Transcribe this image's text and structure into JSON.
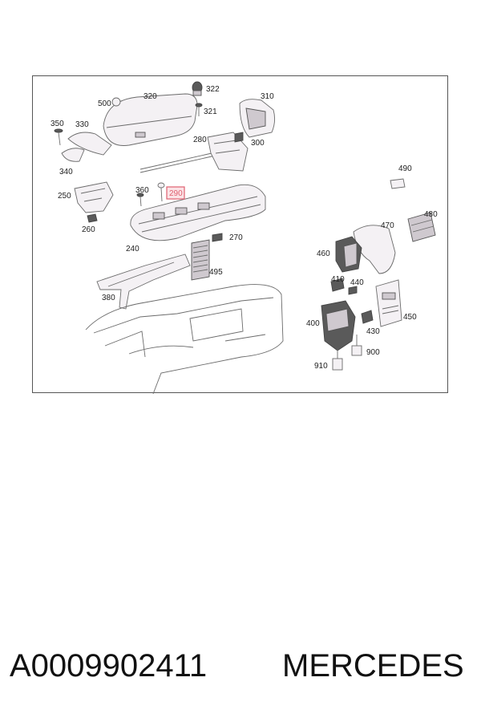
{
  "diagram": {
    "highlight_color": "#e06070",
    "callouts": {
      "c322": "322",
      "c320": "320",
      "c310": "310",
      "c500": "500",
      "c321": "321",
      "c350": "350",
      "c330": "330",
      "c300": "300",
      "c280": "280",
      "c340": "340",
      "c490": "490",
      "c360": "360",
      "c290": "290",
      "c250": "250",
      "c480": "480",
      "c470": "470",
      "c260": "260",
      "c270": "270",
      "c240": "240",
      "c460": "460",
      "c495": "495",
      "c410": "410",
      "c440": "440",
      "c380": "380",
      "c450": "450",
      "c400": "400",
      "c430": "430",
      "c900": "900",
      "c910": "910"
    }
  },
  "footer": {
    "part_number": "A0009902411",
    "brand": "MERCEDES"
  }
}
